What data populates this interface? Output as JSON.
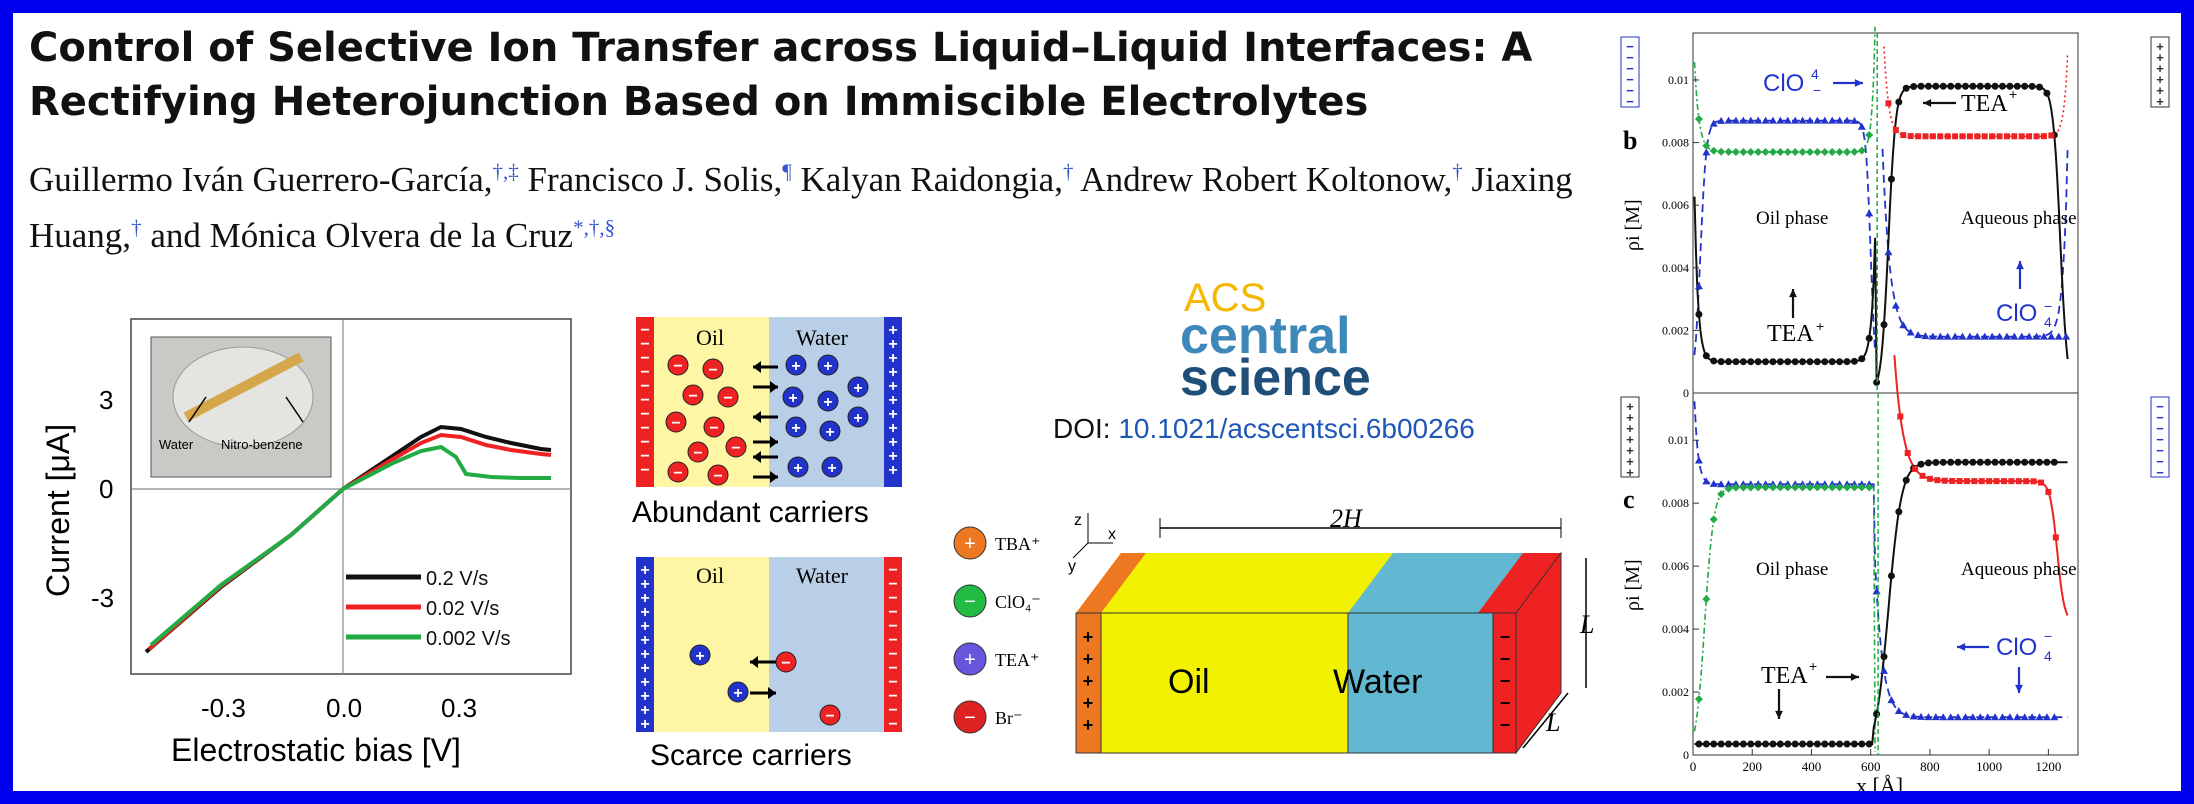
{
  "title": "Control of Selective Ion Transfer across Liquid–Liquid Interfaces: A Rectifying Heterojunction Based on Immiscible Electrolytes",
  "authors": [
    {
      "name": "Guillermo Iván Guerrero-García,",
      "mark": "†,‡"
    },
    {
      "name": "Francisco J. Solis,",
      "mark": "¶"
    },
    {
      "name": "Kalyan Raidongia,",
      "mark": "†"
    },
    {
      "name": "Andrew Robert Koltonow,",
      "mark": "†"
    },
    {
      "name": "Jiaxing Huang,",
      "mark": "†"
    },
    {
      "name": "and Mónica Olvera de la Cruz",
      "mark": "*,†,§"
    }
  ],
  "journal_logo": {
    "line1": "ACS",
    "line2": "central",
    "line3": "science"
  },
  "doi": {
    "label": "DOI:",
    "value": "10.1021/acscentsci.6b00266"
  },
  "iv_plot": {
    "inset_labels": {
      "left": "Water",
      "right": "Nitro-benzene"
    },
    "ylabel": "Current [μA]",
    "xlabel": "Electrostatic bias [V]",
    "yticks": [
      "3",
      "0",
      "-3"
    ],
    "xticks": [
      "-0.3",
      "0.0",
      "0.3"
    ],
    "legend": [
      "0.2  V/s",
      "0.02  V/s",
      "0.002 V/s"
    ],
    "colors": [
      "#111111",
      "#ee2222",
      "#22aa44"
    ]
  },
  "carrier_panels": {
    "top": {
      "oil": "Oil",
      "water": "Water",
      "caption": "Abundant carriers"
    },
    "bottom": {
      "oil": "Oil",
      "water": "Water",
      "caption": "Scarce carriers"
    }
  },
  "ion_legend": [
    {
      "label": "TBA⁺",
      "color": "#ee7722",
      "sign": "+"
    },
    {
      "label": "ClO₄⁻",
      "color": "#22bb44",
      "sign": "−"
    },
    {
      "label": "TEA⁺",
      "color": "#6655dd",
      "sign": "+"
    },
    {
      "label": "Br⁻",
      "color": "#dd2222",
      "sign": "−"
    }
  ],
  "cell": {
    "oil": "Oil",
    "water": "Water",
    "width_label": "2H",
    "height_label": "L",
    "depth_label": "L",
    "axes": [
      "z",
      "x",
      "y"
    ]
  },
  "density_plots": {
    "ylabel": "ρi [M]",
    "xlabel": "x [Å]",
    "yticks": [
      "0",
      "0.002",
      "0.004",
      "0.006",
      "0.008",
      "0.01"
    ],
    "xticks": [
      "0",
      "200",
      "400",
      "600",
      "800",
      "1000",
      "1200"
    ],
    "panel_b": {
      "letter": "b",
      "oil": "Oil phase",
      "aq": "Aqueous phase",
      "clo4_top": "ClO",
      "tea_top": "TEA",
      "tea_bottom": "TEA",
      "clo4_bottom": "ClO"
    },
    "panel_c": {
      "letter": "c",
      "oil": "Oil phase",
      "aq": "Aqueous phase",
      "tea": "TEA",
      "clo4": "ClO"
    }
  }
}
